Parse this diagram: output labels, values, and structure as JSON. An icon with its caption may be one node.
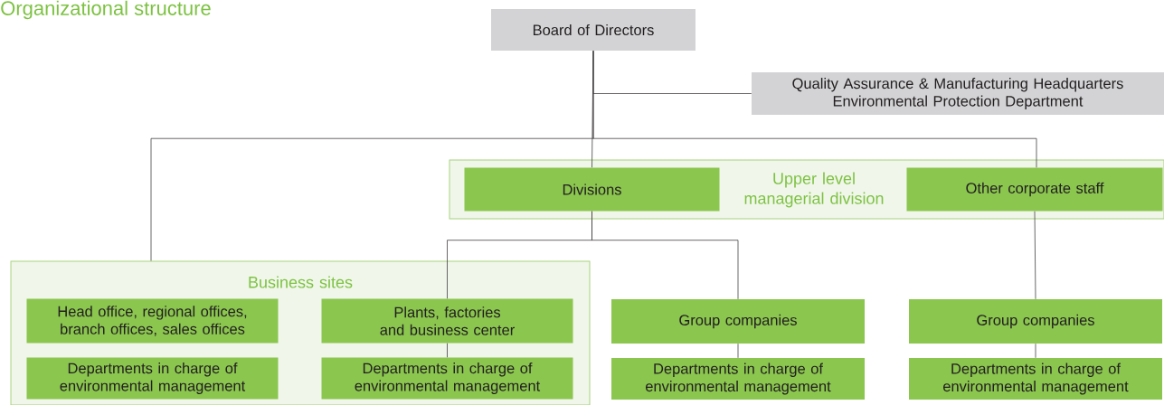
{
  "diagram": {
    "title": "Organizational structure",
    "nodes": [
      {
        "text": [
          "Board of Directors"
        ]
      },
      {
        "text": [
          "Quality Assurance & Manufacturing Headquarters Environmental Protection Department"
        ]
      },
      {
        "text": [
          "Upper level managerial division"
        ]
      },
      {
        "text": [
          "Divisions"
        ],
        "in": 2
      },
      {
        "text": [
          "Other corporate staff"
        ],
        "in": 2
      },
      {
        "text": [
          "Business sites"
        ]
      },
      {
        "text": [
          "Head office, regional offices, branch offices, sales offices"
        ],
        "in": 5
      },
      {
        "text": [
          "Plants, factories and business center"
        ],
        "in": 5
      },
      {
        "text": [
          "Departments in charge of environmental management"
        ],
        "in": 5
      },
      {
        "text": [
          "Departments in charge of environmental management"
        ],
        "in": 5
      },
      {
        "text": [
          "Group companies"
        ]
      },
      {
        "text": [
          "Departments in charge of environmental management"
        ]
      },
      {
        "text": [
          "Group companies"
        ]
      },
      {
        "text": [
          "Departments in charge of environmental management"
        ]
      }
    ],
    "edges": [
      {
        "from": 0,
        "to": 1,
        "arrow": "none"
      },
      {
        "from": 0,
        "to": 3,
        "arrow": "none"
      },
      {
        "from": 0,
        "to": 5,
        "arrow": "none"
      },
      {
        "from": 0,
        "to": 4,
        "arrow": "none"
      },
      {
        "from": 3,
        "to": 7,
        "arrow": "none"
      },
      {
        "from": 3,
        "to": 10,
        "arrow": "none"
      },
      {
        "from": 4,
        "to": 12,
        "arrow": "none"
      },
      {
        "from": 7,
        "to": 9,
        "arrow": "none"
      },
      {
        "from": 10,
        "to": 11,
        "arrow": "none"
      },
      {
        "from": 12,
        "to": 13,
        "arrow": "none"
      }
    ]
  }
}
